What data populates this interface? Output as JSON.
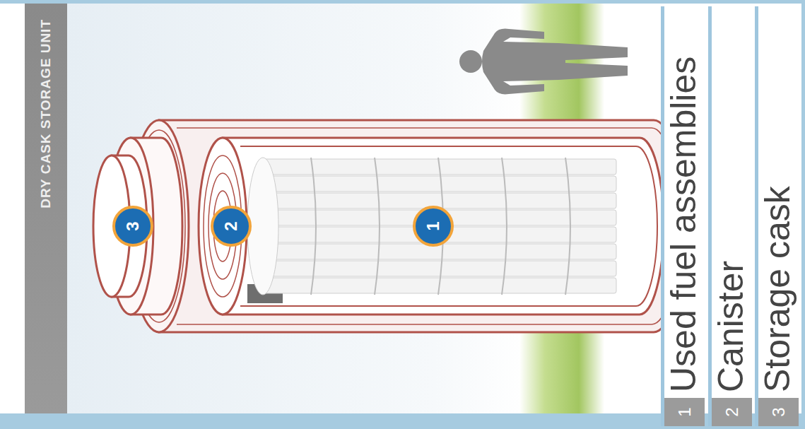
{
  "diagram": {
    "title": "DRY CASK STORAGE UNIT",
    "nodes": [
      {
        "text": [
          "1"
        ]
      },
      {
        "text": [
          "2"
        ]
      },
      {
        "text": [
          "3"
        ]
      },
      {
        "text": [
          "1",
          "Used fuel assemblies"
        ]
      },
      {
        "text": [
          "2",
          "Canister"
        ]
      },
      {
        "text": [
          "3",
          "Storage cask"
        ]
      }
    ]
  }
}
